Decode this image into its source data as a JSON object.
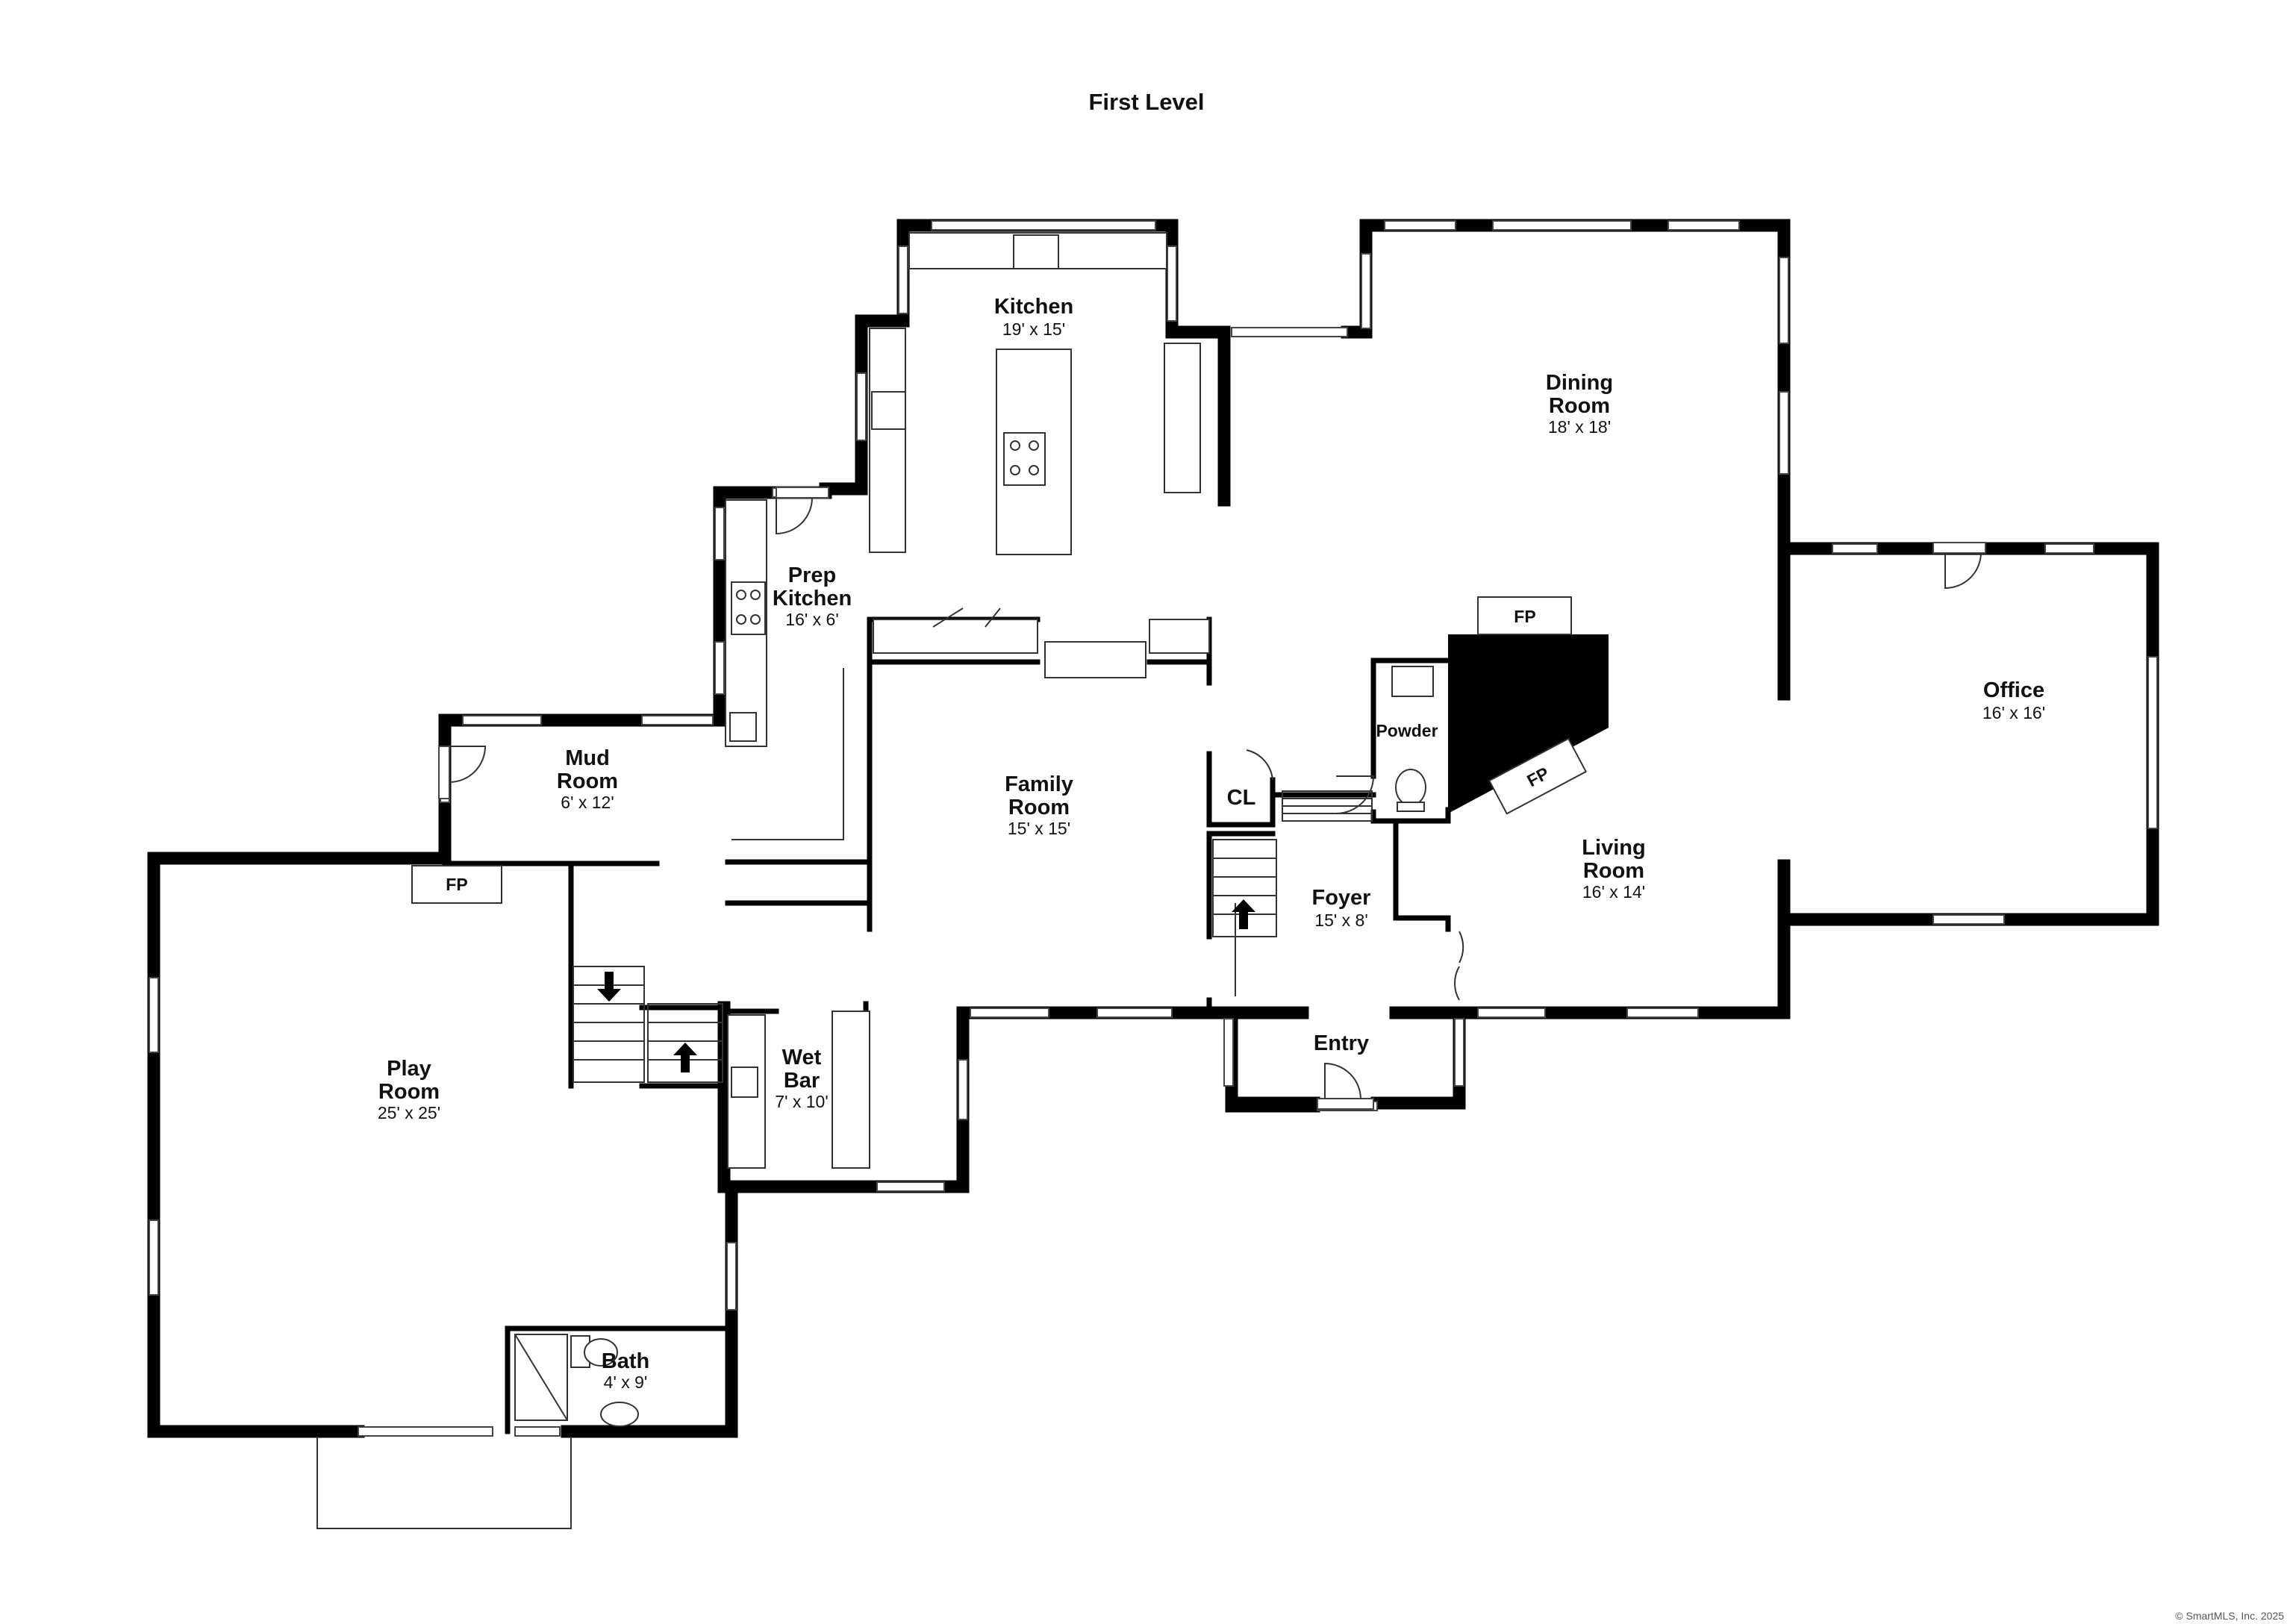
{
  "plan": {
    "title": "First Level",
    "credit": "© SmartMLS, Inc. 2025"
  },
  "rooms": {
    "kitchen": {
      "name": "Kitchen",
      "dims": "19' x 15'"
    },
    "dining": {
      "name_line1": "Dining",
      "name_line2": "Room",
      "dims": "18' x 18'"
    },
    "prep": {
      "name_line1": "Prep",
      "name_line2": "Kitchen",
      "dims": "16' x 6'"
    },
    "office": {
      "name": "Office",
      "dims": "16' x 16'"
    },
    "mud": {
      "name_line1": "Mud",
      "name_line2": "Room",
      "dims": "6' x 12'"
    },
    "family": {
      "name_line1": "Family",
      "name_line2": "Room",
      "dims": "15' x 15'"
    },
    "powder": {
      "name": "Powder"
    },
    "closet": {
      "name": "CL"
    },
    "living": {
      "name_line1": "Living",
      "name_line2": "Room",
      "dims": "16' x 14'"
    },
    "foyer": {
      "name": "Foyer",
      "dims": "15' x 8'"
    },
    "play": {
      "name_line1": "Play",
      "name_line2": "Room",
      "dims": "25' x 25'"
    },
    "wetbar": {
      "name_line1": "Wet",
      "name_line2": "Bar",
      "dims": "7' x 10'"
    },
    "entry": {
      "name": "Entry"
    },
    "bath": {
      "name": "Bath",
      "dims": "4' x 9'"
    }
  },
  "fireplaces": {
    "dining": "FP",
    "living": "FP",
    "play": "FP"
  }
}
